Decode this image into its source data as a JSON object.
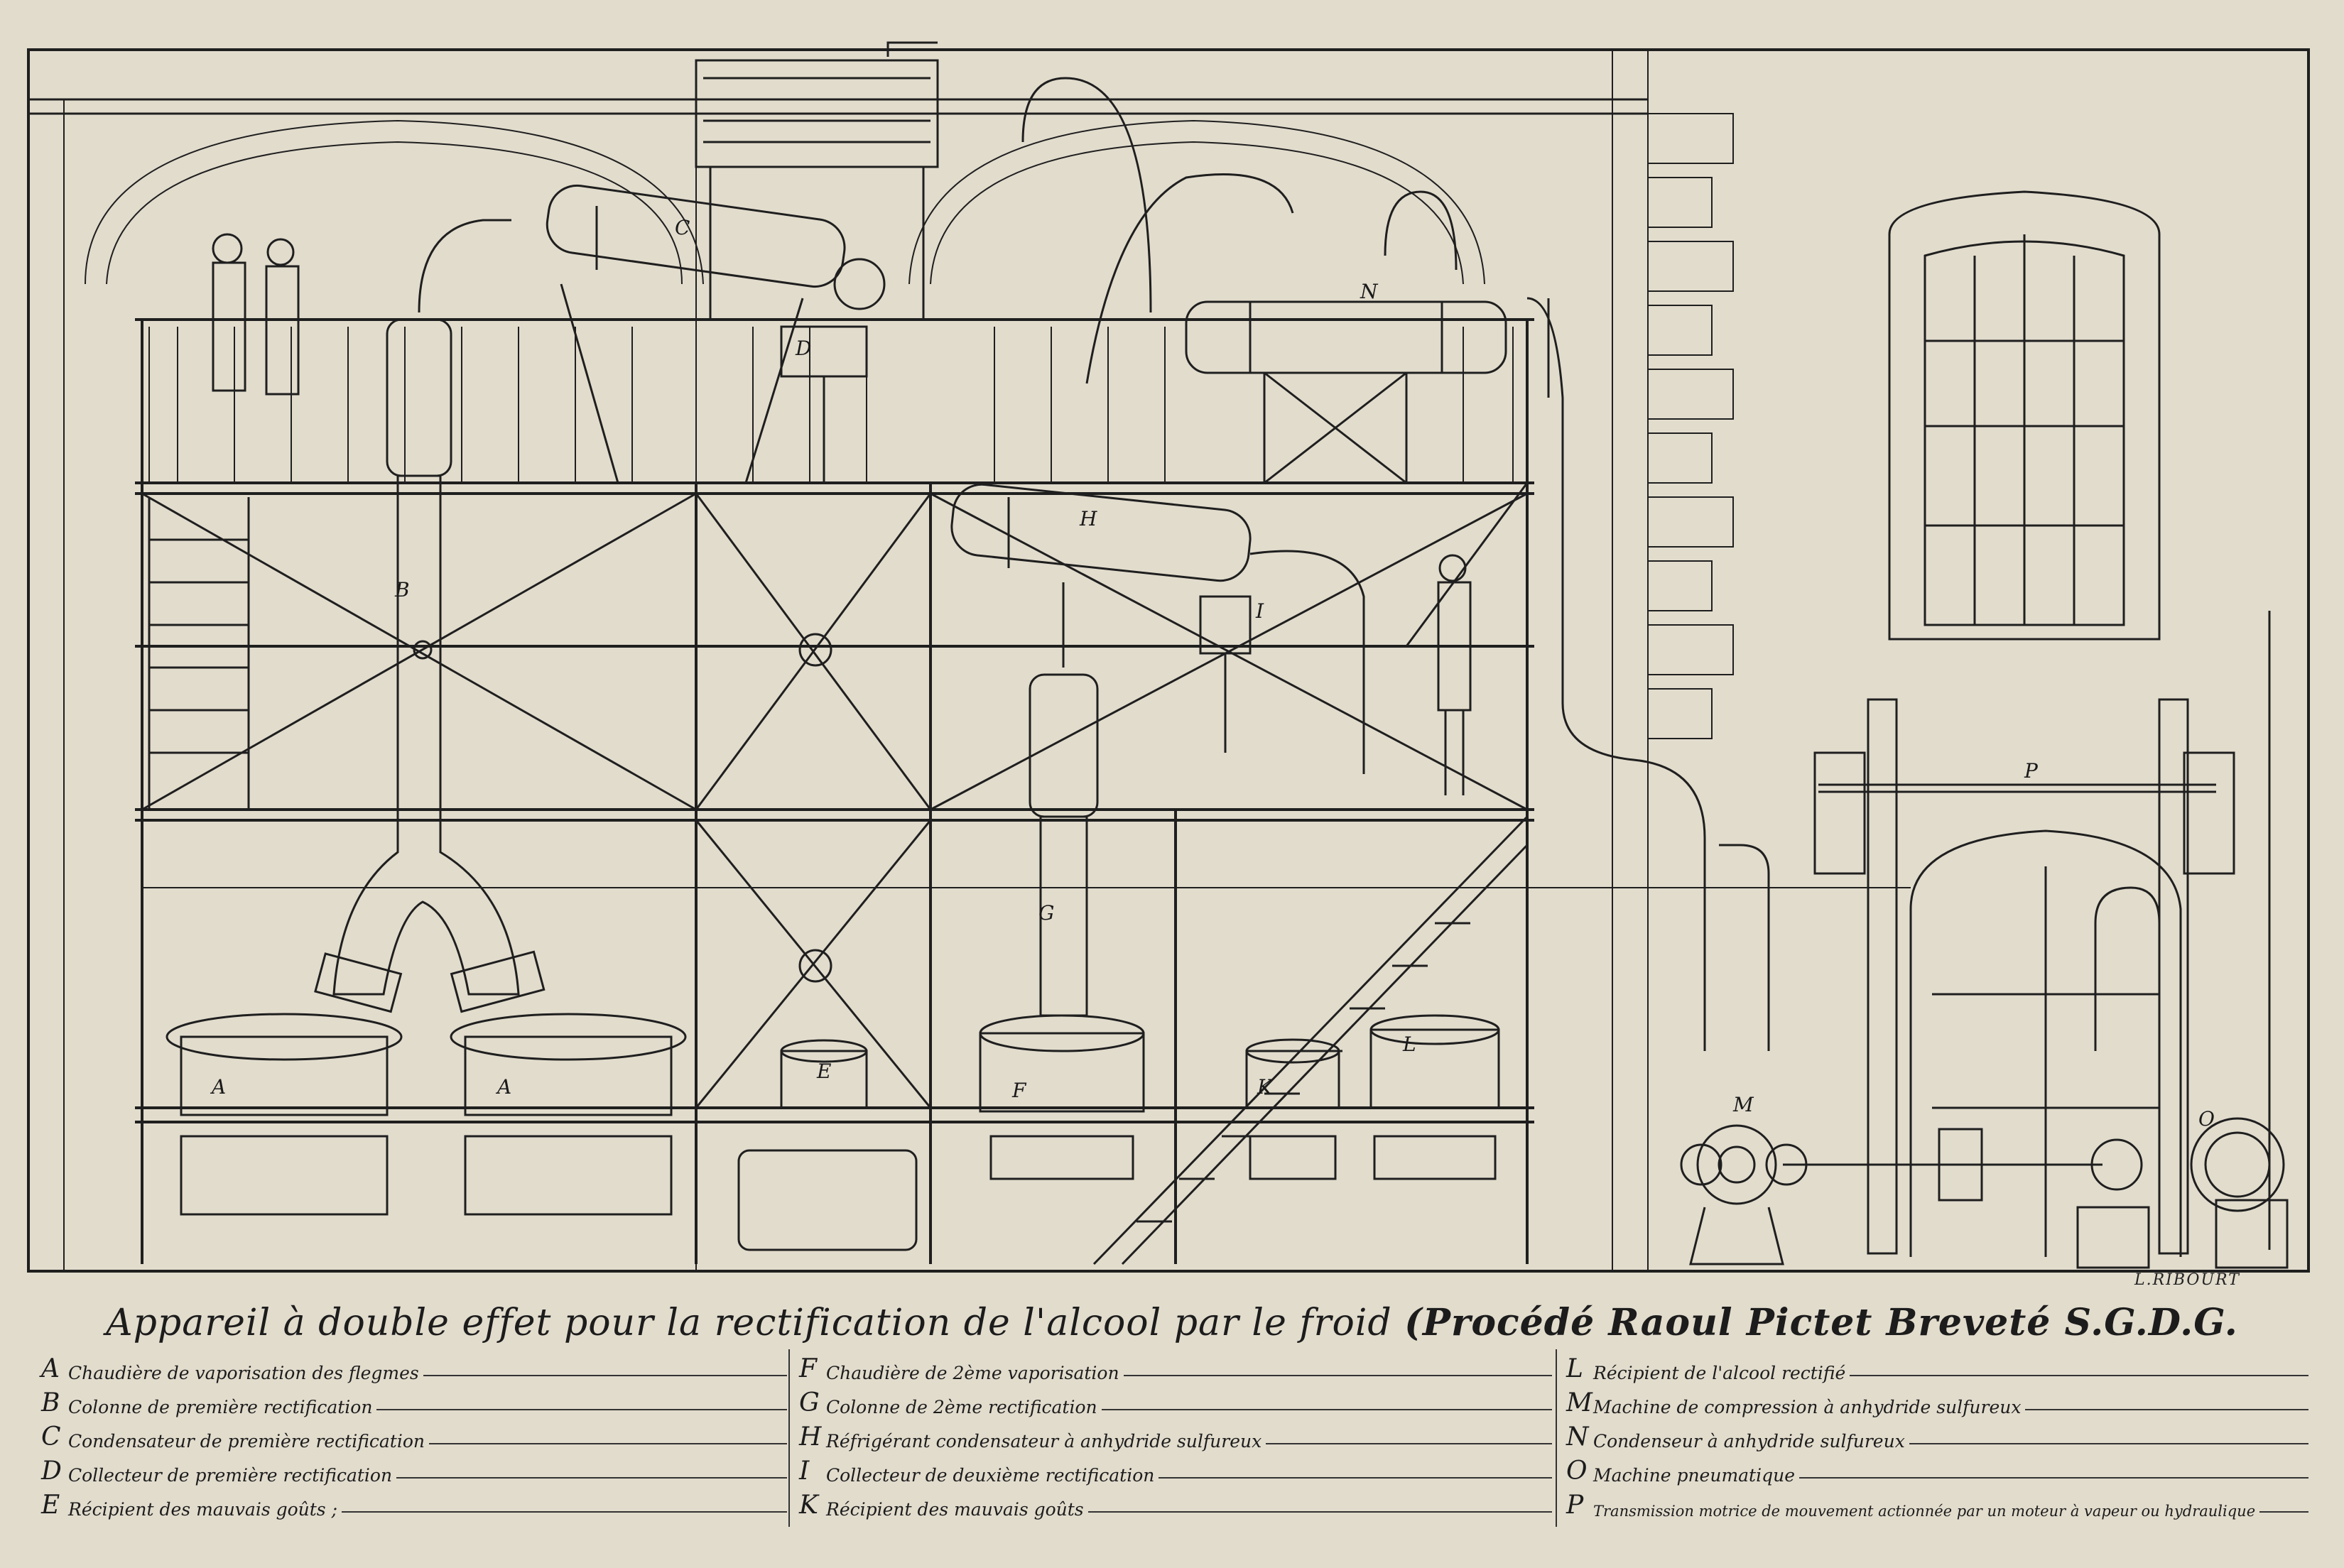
{
  "signature": "L.RIBOURT",
  "title": {
    "main": "Appareil à double effet pour la rectification de l'alcool par le froid",
    "procede": "(Procédé Raoul Pictet Breveté S.G.D.G."
  },
  "diagram_labels": {
    "A1": "A",
    "A2": "A",
    "B": "B",
    "C": "C",
    "D": "D",
    "E": "E",
    "F": "F",
    "G": "G",
    "H": "H",
    "I": "I",
    "K": "K",
    "L": "L",
    "M": "M",
    "N": "N",
    "O": "O",
    "P": "P"
  },
  "legend": {
    "col1": [
      {
        "key": "A",
        "text": "Chaudière de vaporisation des flegmes"
      },
      {
        "key": "B",
        "text": "Colonne de première rectification"
      },
      {
        "key": "C",
        "text": "Condensateur de première rectification"
      },
      {
        "key": "D",
        "text": "Collecteur de première rectification"
      },
      {
        "key": "E",
        "text": "Récipient des mauvais goûts ;"
      }
    ],
    "col2": [
      {
        "key": "F",
        "text": "Chaudière de 2ème vaporisation"
      },
      {
        "key": "G",
        "text": "Colonne de 2ème rectification"
      },
      {
        "key": "H",
        "text": "Réfrigérant condensateur à anhydride sulfureux"
      },
      {
        "key": "I",
        "text": "Collecteur de deuxième rectification"
      },
      {
        "key": "K",
        "text": "Récipient des mauvais goûts"
      }
    ],
    "col3": [
      {
        "key": "L",
        "text": "Récipient de l'alcool rectifié"
      },
      {
        "key": "M",
        "text": "Machine de compression à anhydride sulfureux"
      },
      {
        "key": "N",
        "text": "Condenseur à anhydride sulfureux"
      },
      {
        "key": "O",
        "text": "Machine pneumatique"
      },
      {
        "key": "P",
        "text": "Transmission motrice de mouvement actionnée par un moteur à vapeur ou hydraulique"
      }
    ]
  },
  "colors": {
    "paper": "#e2dccd",
    "ink": "#1c1c1c",
    "border": "#cfc8b6"
  }
}
